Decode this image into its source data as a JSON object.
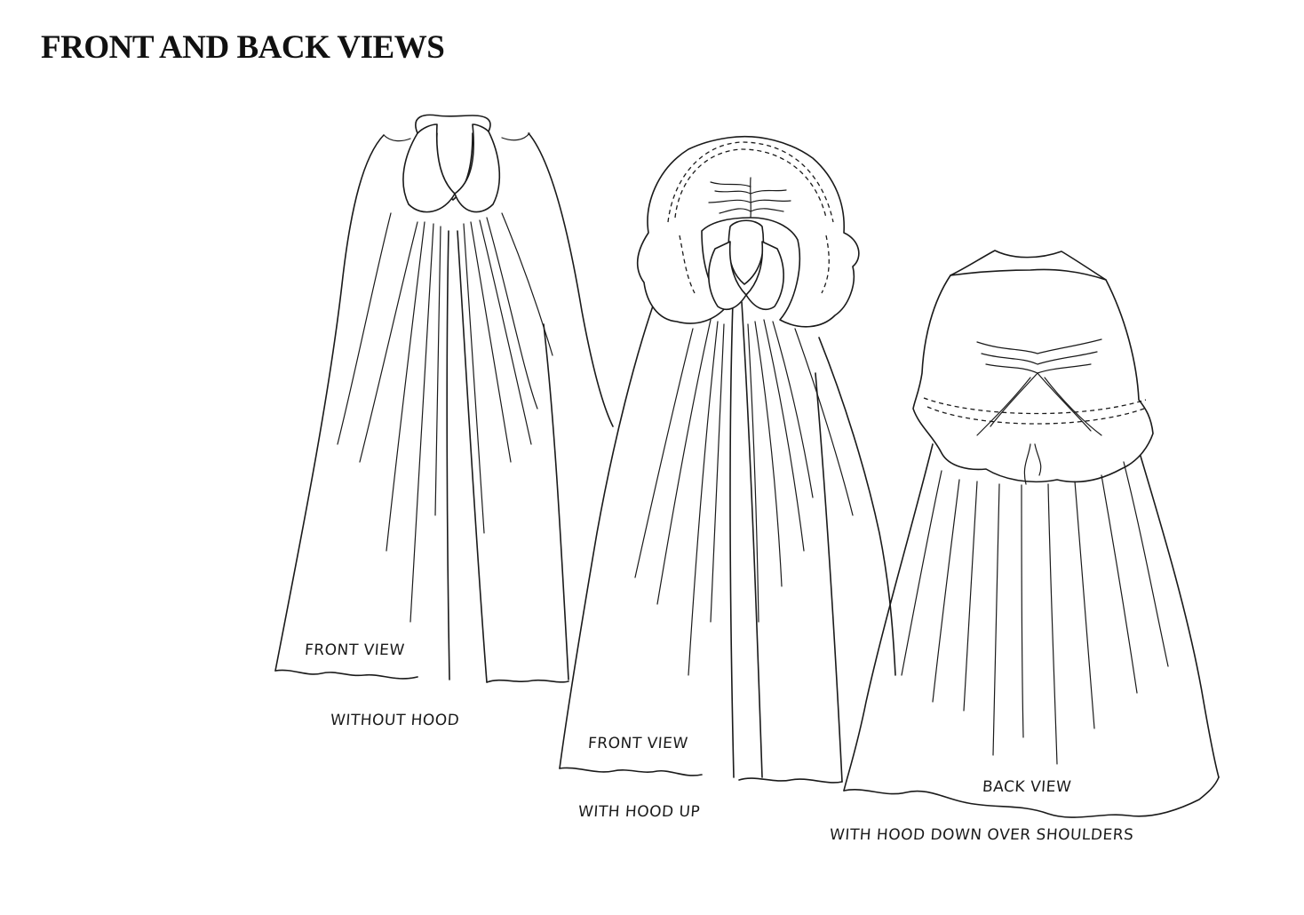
{
  "title": "FRONT AND BACK VIEWS",
  "figures": [
    {
      "view": "FRONT VIEW",
      "caption": "WITHOUT HOOD"
    },
    {
      "view": "FRONT VIEW",
      "caption": "WITH HOOD UP"
    },
    {
      "view": "BACK VIEW",
      "caption": "WITH HOOD DOWN OVER SHOULDERS"
    }
  ]
}
